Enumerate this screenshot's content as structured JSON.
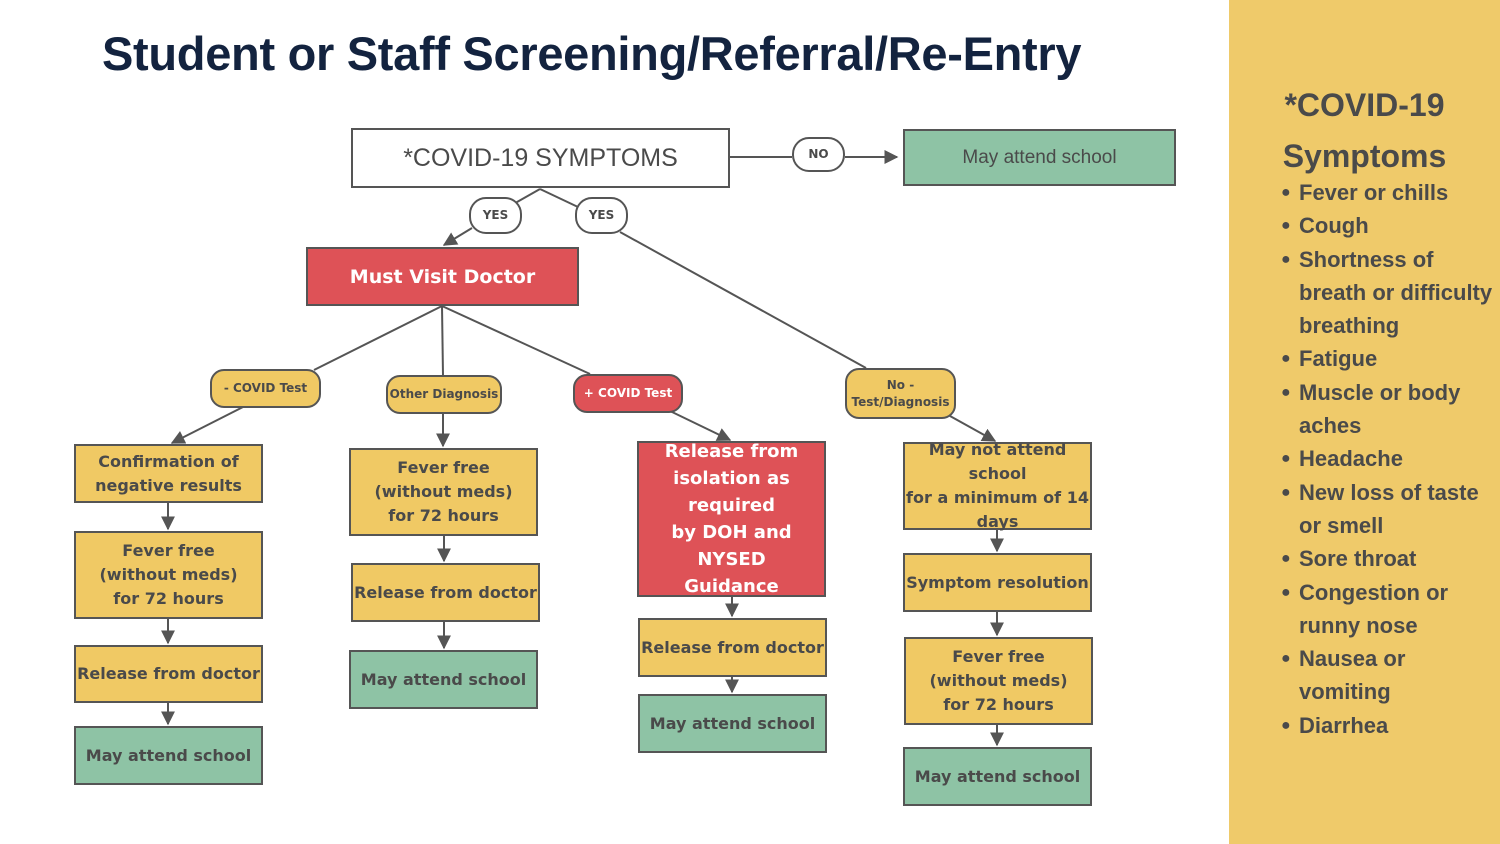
{
  "title": "Student or Staff Screening/Referral/Re-Entry",
  "colors": {
    "yellow": "#f0c964",
    "green": "#8ec3a5",
    "red": "#de5257",
    "sidebar": "#efca6a",
    "title": "#13233f"
  },
  "top": {
    "symptoms_box": "*COVID-19 SYMPTOMS",
    "no_label": "NO",
    "no_result": "May attend school",
    "yes_label_left": "YES",
    "yes_label_right": "YES",
    "must_visit": "Must Visit Doctor"
  },
  "branches": {
    "neg_test": {
      "label": "- COVID Test",
      "steps": [
        "Confirmation of\nnegative results",
        "Fever free\n(without meds)\nfor 72 hours",
        "Release from doctor",
        "May attend school"
      ]
    },
    "other_diag": {
      "label": "Other Diagnosis",
      "steps": [
        "Fever free\n(without meds)\nfor 72 hours",
        "Release from doctor",
        "May attend school"
      ]
    },
    "pos_test": {
      "label": "+ COVID Test",
      "steps": [
        "Release from\nisolation as required\nby DOH and NYSED\nGuidance",
        "Release from doctor",
        "May attend school"
      ]
    },
    "no_test": {
      "label": "No -\nTest/Diagnosis",
      "steps": [
        "May not attend school\nfor a minimum of 14\ndays",
        "Symptom resolution",
        "Fever free\n(without meds)\nfor 72 hours",
        "May attend school"
      ]
    }
  },
  "sidebar": {
    "title": "*COVID-19\nSymptoms",
    "symptoms": [
      "Fever or chills",
      "Cough",
      "Shortness of breath or difficulty breathing",
      "Fatigue",
      "Muscle or body aches",
      "Headache",
      "New loss of taste or smell",
      "Sore throat",
      "Congestion or runny nose",
      "Nausea or vomiting",
      "Diarrhea"
    ]
  }
}
